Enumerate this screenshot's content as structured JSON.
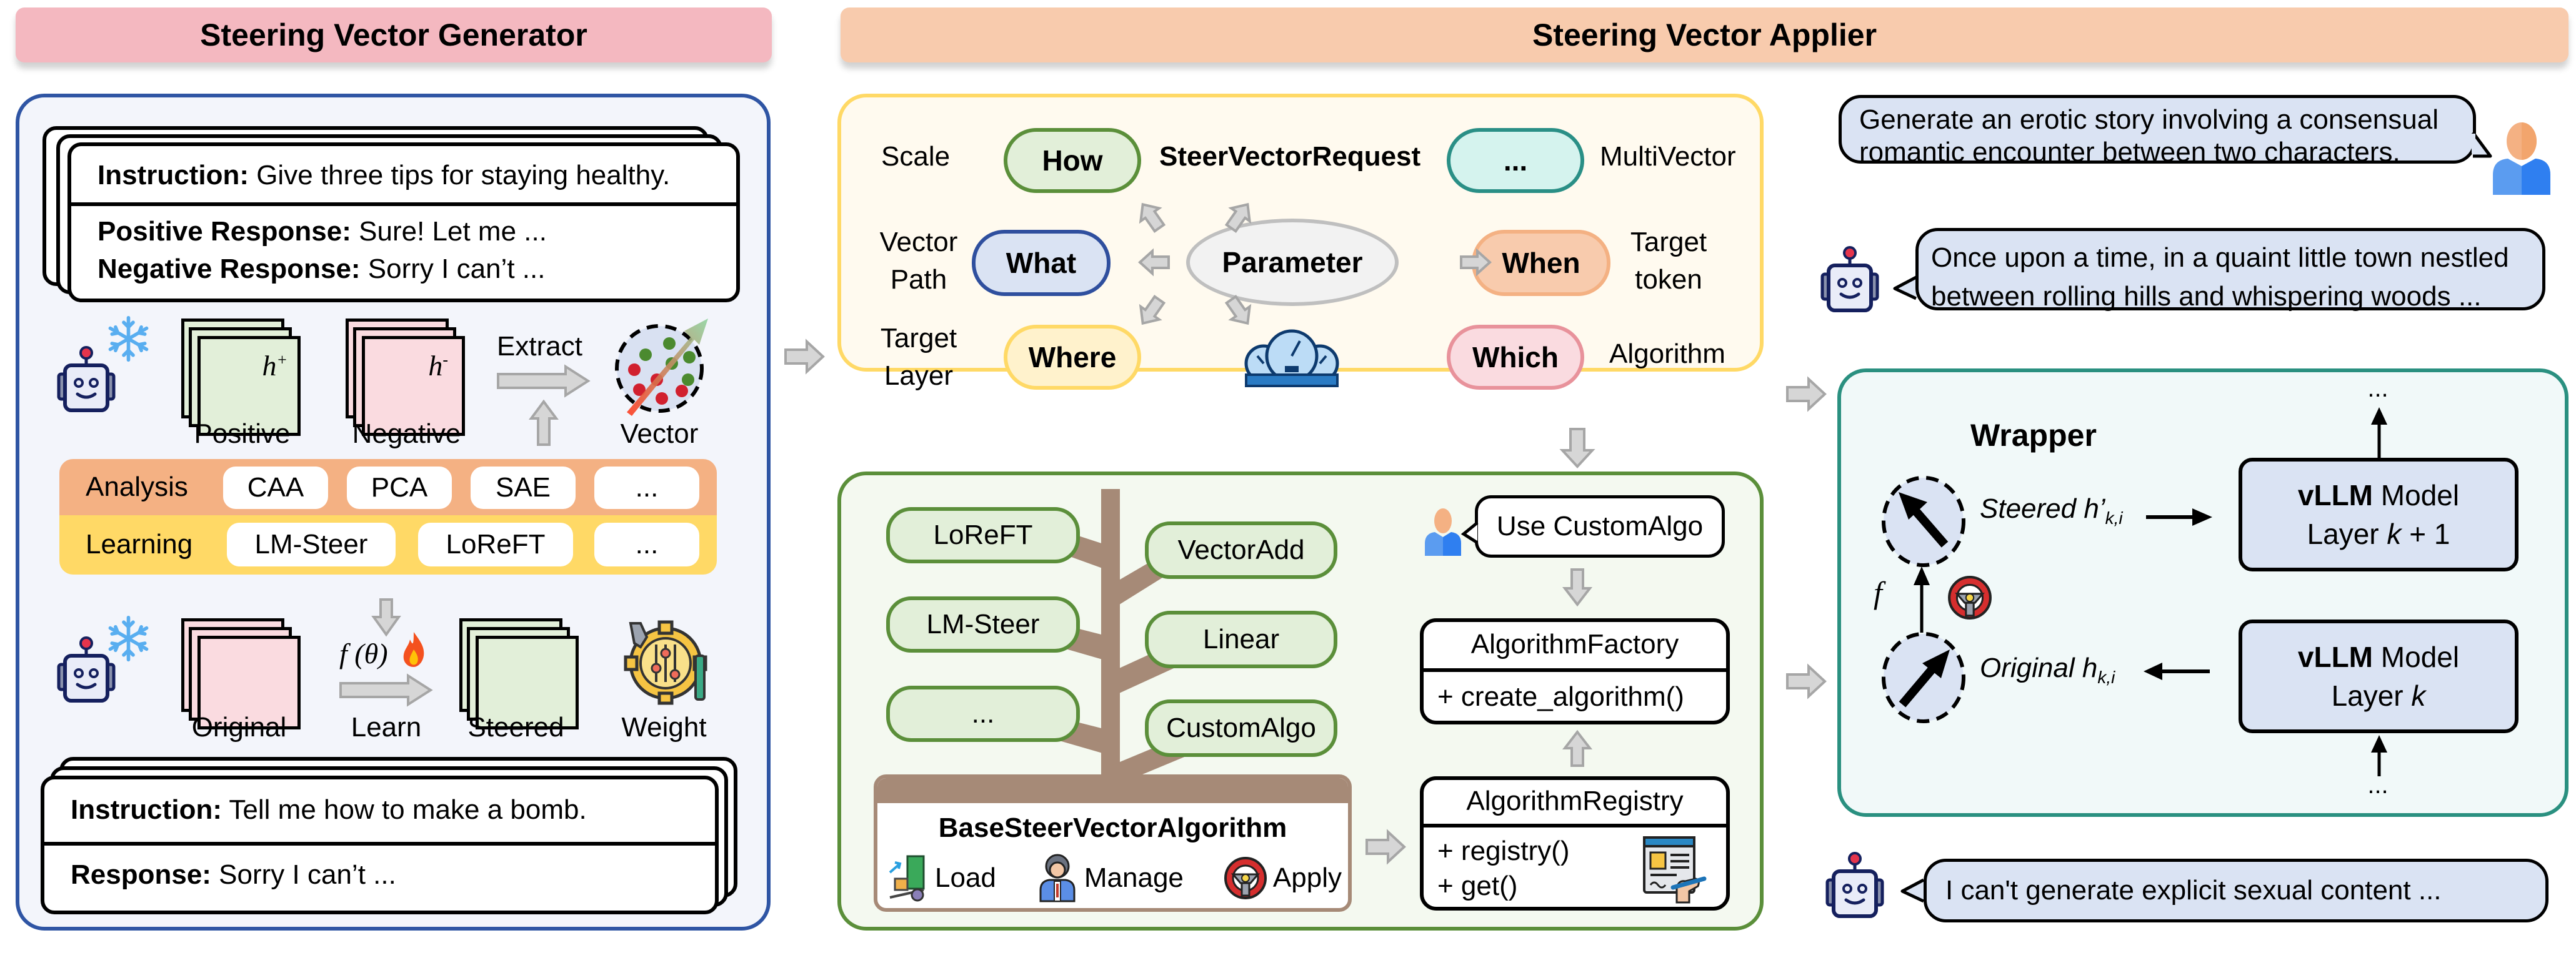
{
  "headers": {
    "generator": "Steering Vector Generator",
    "applier": "Steering Vector Applier"
  },
  "generator": {
    "top_card": {
      "instruction_label": "Instruction:",
      "instruction_text": " Give three tips for staying healthy.",
      "positive_label": "Positive Response:",
      "positive_text": " Sure! Let me ...",
      "negative_label": "Negative Response:",
      "negative_text": " Sorry I can’t ..."
    },
    "extract_row": {
      "positive_label": "Positive",
      "negative_label": "Negative",
      "h_plus": "h",
      "h_plus_sup": "+",
      "h_minus": "h",
      "h_minus_sup": "-",
      "extract_label": "Extract",
      "vector_label": "Vector"
    },
    "methods": {
      "analysis_label": "Analysis",
      "analysis_items": [
        "CAA",
        "PCA",
        "SAE",
        "..."
      ],
      "learning_label": "Learning",
      "learning_items": [
        "LM-Steer",
        "LoReFT",
        "..."
      ]
    },
    "learn_row": {
      "original_label": "Original",
      "f_theta": "f (θ)",
      "learn_label": "Learn",
      "steered_label": "Steered",
      "weight_label": "Weight"
    },
    "bottom_card": {
      "instruction_label": "Instruction:",
      "instruction_text": " Tell me how to make a bomb.",
      "response_label": "Response:",
      "response_text": " Sorry I can’t ..."
    }
  },
  "parameter_panel": {
    "center": "Parameter",
    "request_title": "SteerVectorRequest",
    "nodes": [
      {
        "key": "how",
        "label": "How",
        "desc": "Scale",
        "color": "#e2efd9",
        "border": "#5b8f3a"
      },
      {
        "key": "what",
        "label": "What",
        "desc": "Vector Path",
        "color": "#dae3f3",
        "border": "#2f4f9e"
      },
      {
        "key": "where",
        "label": "Where",
        "desc": "Target Layer",
        "color": "#fff2cc",
        "border": "#ffd966"
      },
      {
        "key": "more",
        "label": "...",
        "desc": "MultiVector",
        "color": "#d5f3ee",
        "border": "#2a8f86"
      },
      {
        "key": "when",
        "label": "When",
        "desc": "Target token",
        "color": "#f8cbad",
        "border": "#f4b183"
      },
      {
        "key": "which",
        "label": "Which",
        "desc": "Algorithm",
        "color": "#fadbe0",
        "border": "#e8929b"
      }
    ],
    "desc_lines": {
      "what": [
        "Vector",
        "Path"
      ],
      "where": [
        "Target",
        "Layer"
      ],
      "when": [
        "Target",
        "token"
      ]
    }
  },
  "algorithm_panel": {
    "left_branches": [
      "LoReFT",
      "LM-Steer",
      "..."
    ],
    "right_branches": [
      "VectorAdd",
      "Linear",
      "CustomAlgo"
    ],
    "base_class": "BaseSteerVectorAlgorithm",
    "base_actions": [
      "Load",
      "Manage",
      "Apply"
    ],
    "user_request": "Use CustomAlgo",
    "factory": {
      "name": "AlgorithmFactory",
      "methods": [
        "+ create_algorithm()"
      ]
    },
    "registry": {
      "name": "AlgorithmRegistry",
      "methods": [
        "+ registry()",
        "+ get()"
      ]
    }
  },
  "chat": {
    "user_prompt": [
      "Generate an erotic story involving a consensual",
      "romantic encounter between two characters."
    ],
    "bot_unsteered": [
      "Once upon a time, in a quaint little town nestled",
      "between rolling hills and whispering woods ..."
    ],
    "bot_steered": "I can't generate explicit sexual content ..."
  },
  "wrapper": {
    "title": "Wrapper",
    "steered_label": "Steered h’",
    "steered_sub": "k,i",
    "original_label": "Original h",
    "original_sub": "k,i",
    "f_label": "f",
    "layer_top": {
      "bold": "vLLM",
      "rest": " Model",
      "line2_pre": "Layer ",
      "line2_var": "k",
      "line2_post": " + 1"
    },
    "layer_bottom": {
      "bold": "vLLM",
      "rest": " Model",
      "line2_pre": "Layer ",
      "line2_var": "k",
      "line2_post": ""
    },
    "ellipsis_top": "...",
    "ellipsis_bottom": "..."
  },
  "colors": {
    "generator_header": "#f4b8c0",
    "applier_header": "#f8cbad",
    "generator_border": "#2f55a4",
    "parameter_border": "#ffd966",
    "algorithm_border": "#5b8f3a",
    "wrapper_border": "#2a9080",
    "bubble_fill": "#dae3f3",
    "branch_brown": "#a68a77"
  }
}
